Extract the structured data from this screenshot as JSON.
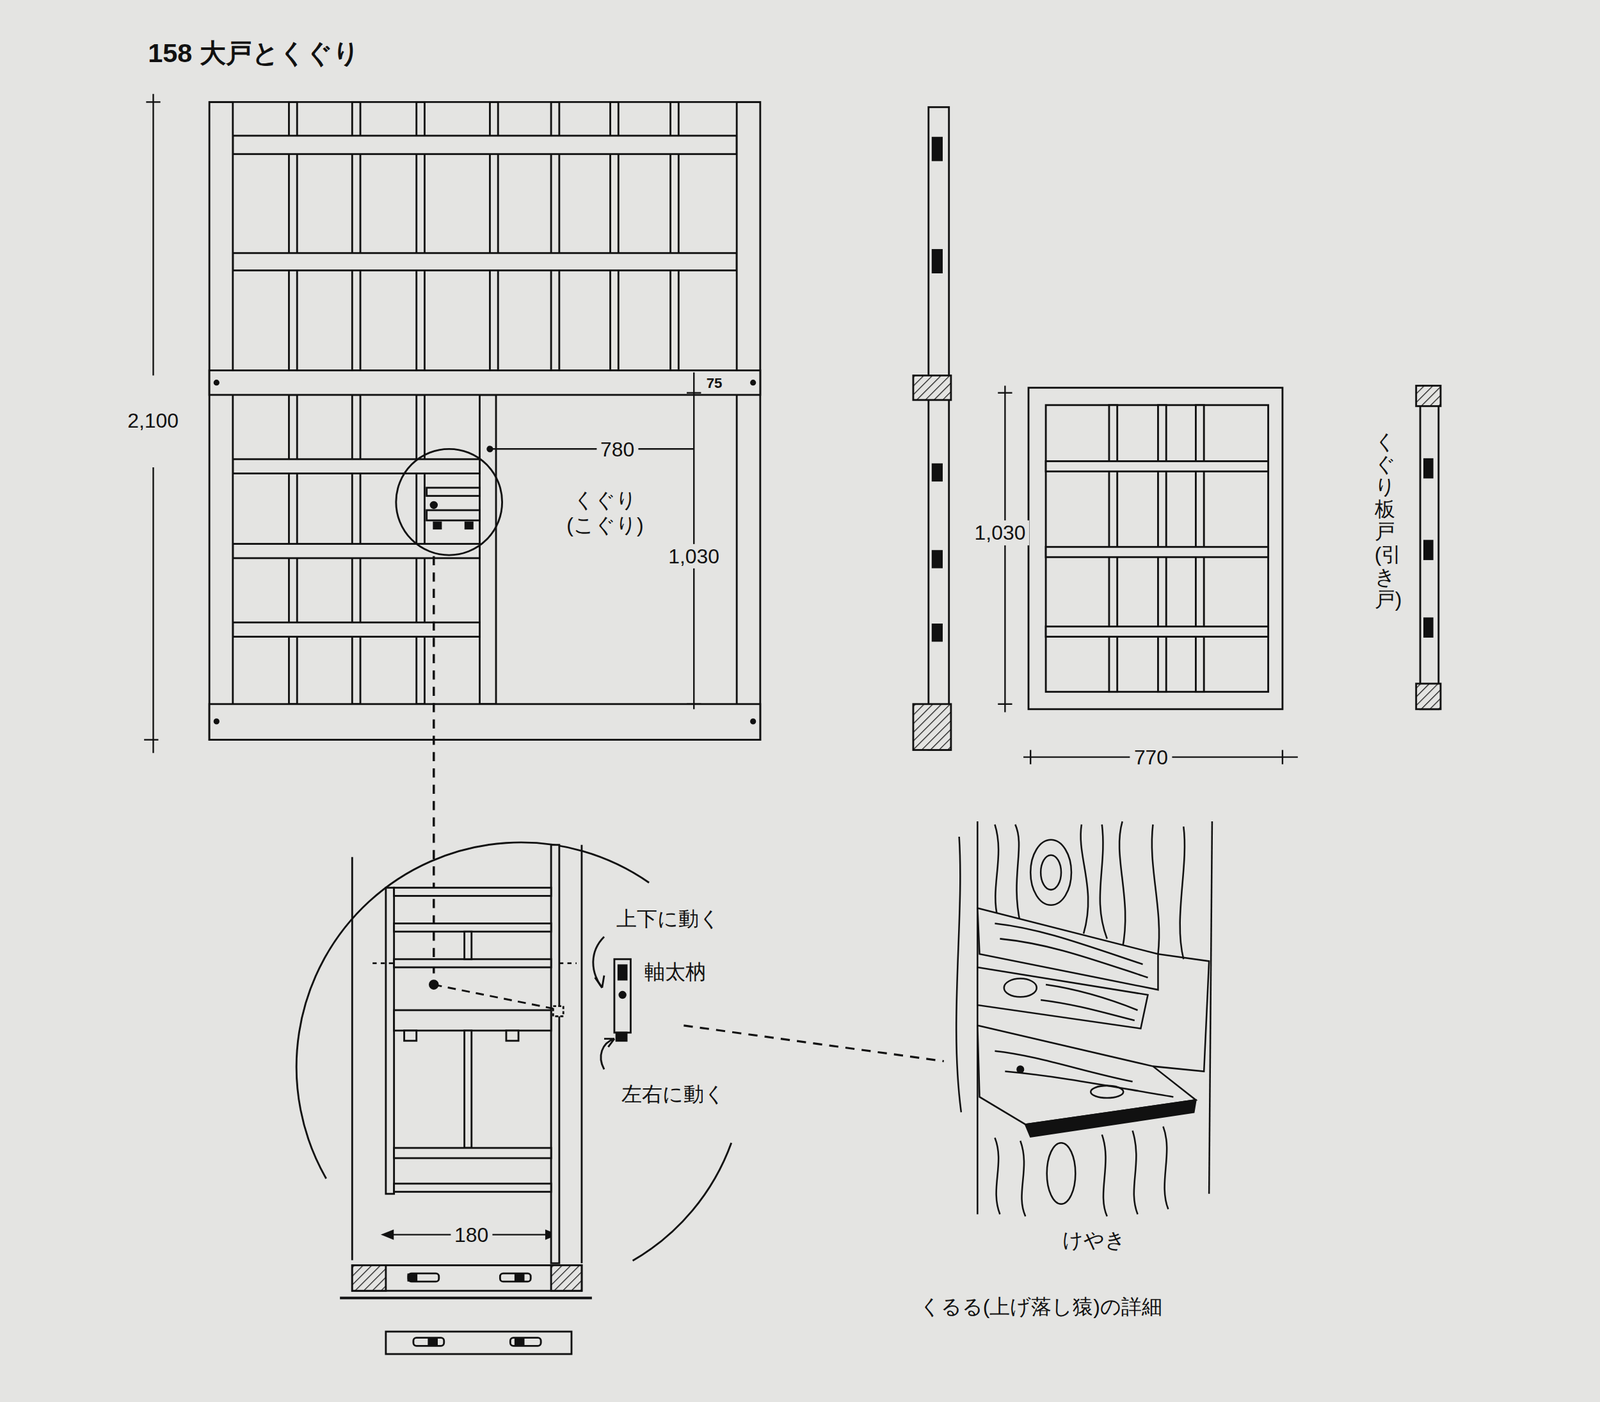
{
  "diagram": {
    "title": "158 大戸とくぐり",
    "labels": [
      "75",
      "2,100",
      "780",
      "くぐり (こぐり)",
      "1,030",
      "1,030",
      "770",
      "くぐり板戸(引き戸)",
      "上下に動く",
      "軸太枘",
      "左右に動く",
      "180",
      "けやき",
      "くるる(上げ落し猿)の詳細"
    ]
  }
}
